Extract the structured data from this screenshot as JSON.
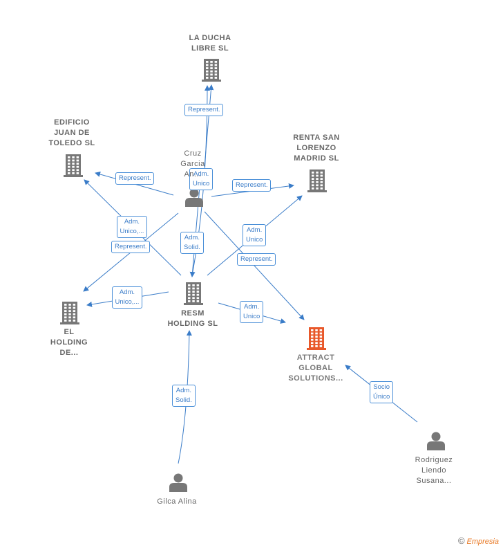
{
  "nodes": [
    {
      "id": "la-ducha",
      "type": "company",
      "label": "LA DUCHA\nLIBRE  SL"
    },
    {
      "id": "edificio",
      "type": "company",
      "label": "EDIFICIO\nJUAN DE\nTOLEDO  SL"
    },
    {
      "id": "renta",
      "type": "company",
      "label": "RENTA SAN\nLORENZO\nMADRID  SL"
    },
    {
      "id": "cruz",
      "type": "person",
      "label": "Cruz\nGarcia\nAn..."
    },
    {
      "id": "resm",
      "type": "company",
      "label": "RESM\nHOLDING  SL"
    },
    {
      "id": "el-holding",
      "type": "company",
      "label": "EL\nHOLDING\nDE..."
    },
    {
      "id": "attract",
      "type": "focus",
      "label": "ATTRACT\nGLOBAL\nSOLUTIONS..."
    },
    {
      "id": "gilca",
      "type": "person",
      "label": "Gilca Alina"
    },
    {
      "id": "rodriguez",
      "type": "person",
      "label": "Rodriguez\nLiendo\nSusana..."
    }
  ],
  "edges": [
    {
      "from": "cruz",
      "to": "la-ducha",
      "label": "Represent."
    },
    {
      "from": "cruz",
      "to": "edificio",
      "label": "Represent."
    },
    {
      "from": "cruz",
      "to": "renta",
      "label": "Represent."
    },
    {
      "from": "cruz",
      "to": "resm",
      "label": "Adm.\nUnico"
    },
    {
      "from": "cruz",
      "to": "el-holding",
      "label": "Represent."
    },
    {
      "from": "cruz",
      "to": "attract",
      "label": "Represent."
    },
    {
      "from": "resm",
      "to": "edificio",
      "label": "Adm.\nUnico,..."
    },
    {
      "from": "resm",
      "to": "el-holding",
      "label": "Adm.\nUnico,..."
    },
    {
      "from": "resm",
      "to": "renta",
      "label": "Adm.\nUnico"
    },
    {
      "from": "resm",
      "to": "attract",
      "label": "Adm.\nUnico"
    },
    {
      "from": "resm",
      "to": "la-ducha",
      "label": "Adm.\nSolid."
    },
    {
      "from": "gilca",
      "to": "resm",
      "label": "Adm.\nSolid."
    },
    {
      "from": "rodriguez",
      "to": "attract",
      "label": "Socio\nÚnico"
    }
  ],
  "colors": {
    "edge": "#3a7cc8",
    "company": "#777777",
    "focus": "#e8582a",
    "person": "#777777"
  },
  "brand": {
    "symbol": "©",
    "name": "Empresia"
  }
}
